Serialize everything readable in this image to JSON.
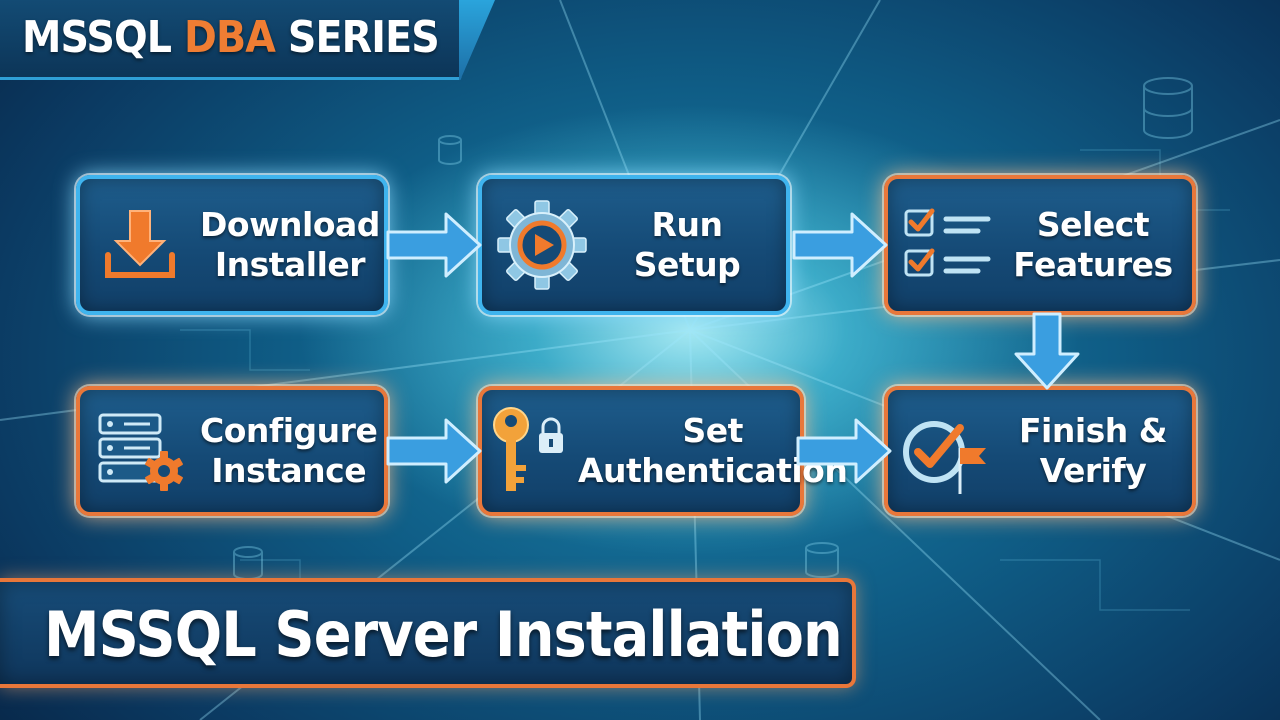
{
  "series": {
    "prefix": "MSSQL",
    "highlight": "DBA",
    "suffix": "SERIES"
  },
  "steps": [
    {
      "line1": "Download",
      "line2": "Installer",
      "icon": "download-icon",
      "border": "blue"
    },
    {
      "line1": "Run",
      "line2": "Setup",
      "icon": "gear-play-icon",
      "border": "blue"
    },
    {
      "line1": "Select",
      "line2": "Features",
      "icon": "checklist-icon",
      "border": "orange"
    },
    {
      "line1": "Configure",
      "line2": "Instance",
      "icon": "server-gear-icon",
      "border": "orange"
    },
    {
      "line1": "Set",
      "line2": "Authentication",
      "icon": "key-lock-icon",
      "border": "orange"
    },
    {
      "line1": "Finish &",
      "line2": "Verify",
      "icon": "check-flag-icon",
      "border": "orange"
    }
  ],
  "main_title": "MSSQL Server Installation",
  "colors": {
    "accent_orange": "#e8773a",
    "accent_blue": "#3fb4ee",
    "box_fill": "#154a76"
  }
}
